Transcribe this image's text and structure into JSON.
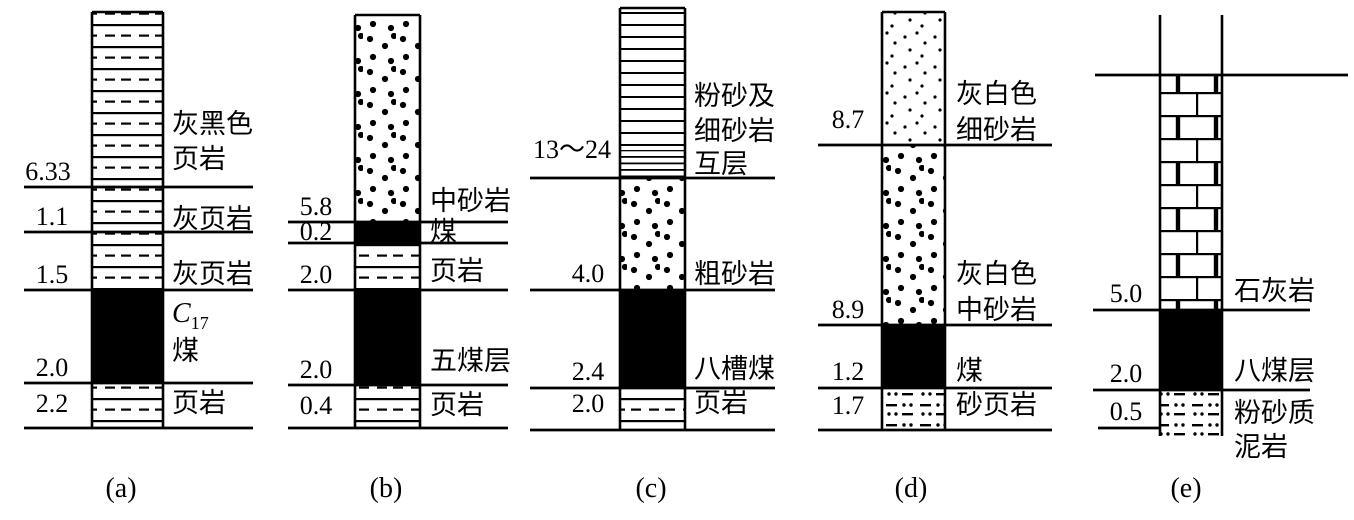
{
  "figure": {
    "description": "五个煤层顶底板岩性柱状图",
    "colors": {
      "ink": "#000000",
      "background": "#ffffff"
    }
  },
  "columns": [
    {
      "caption": "(a)",
      "layers": [
        {
          "thickness": "6.33",
          "pattern": "shale",
          "name_lines": [
            "灰黑色",
            "页岩"
          ]
        },
        {
          "thickness": "1.1",
          "pattern": "shale",
          "name_lines": [
            "灰页岩"
          ]
        },
        {
          "thickness": "1.5",
          "pattern": "shale",
          "name_lines": [
            "灰页岩"
          ]
        },
        {
          "thickness": "2.0",
          "pattern": "coal",
          "code": "C",
          "code_sub": "17",
          "name_lines": [
            "煤"
          ]
        },
        {
          "thickness": "2.2",
          "pattern": "shale",
          "name_lines": [
            "页岩"
          ]
        }
      ]
    },
    {
      "caption": "(b)",
      "layers": [
        {
          "thickness": "5.8",
          "pattern": "sandstone-medium",
          "name_lines": [
            "中砂岩"
          ]
        },
        {
          "thickness": "0.2",
          "pattern": "coal",
          "name_lines": [
            "煤"
          ]
        },
        {
          "thickness": "2.0",
          "pattern": "shale",
          "name_lines": [
            "页岩"
          ]
        },
        {
          "thickness": "2.0",
          "pattern": "coal",
          "name_lines": [
            "五煤层"
          ]
        },
        {
          "thickness": "0.4",
          "pattern": "shale",
          "name_lines": [
            "页岩"
          ]
        }
      ]
    },
    {
      "caption": "(c)",
      "layers": [
        {
          "thickness": "13～24",
          "pattern": "siltstone-interbed",
          "name_lines": [
            "粉砂及",
            "细砂岩",
            "互层"
          ]
        },
        {
          "thickness": "4.0",
          "pattern": "sandstone-coarse",
          "name_lines": [
            "粗砂岩"
          ]
        },
        {
          "thickness": "2.4",
          "pattern": "coal",
          "name_lines": [
            "八槽煤"
          ]
        },
        {
          "thickness": "2.0",
          "pattern": "shale",
          "name_lines": [
            "页岩"
          ]
        }
      ]
    },
    {
      "caption": "(d)",
      "layers": [
        {
          "thickness": "8.7",
          "pattern": "sandstone-fine",
          "name_lines": [
            "灰白色",
            "细砂岩"
          ]
        },
        {
          "thickness": "8.9",
          "pattern": "sandstone-medium",
          "name_lines": [
            "灰白色",
            "中砂岩"
          ]
        },
        {
          "thickness": "1.2",
          "pattern": "coal",
          "name_lines": [
            "煤"
          ]
        },
        {
          "thickness": "1.7",
          "pattern": "sandy-shale",
          "name_lines": [
            "砂页岩"
          ]
        }
      ]
    },
    {
      "caption": "(e)",
      "layers": [
        {
          "thickness": "5.0",
          "pattern": "limestone",
          "name_lines": [
            "石灰岩"
          ]
        },
        {
          "thickness": "2.0",
          "pattern": "coal",
          "name_lines": [
            "八煤层"
          ]
        },
        {
          "thickness": "0.5",
          "pattern": "silty-mudstone",
          "name_lines": [
            "粉砂质",
            "泥岩"
          ]
        }
      ]
    }
  ]
}
